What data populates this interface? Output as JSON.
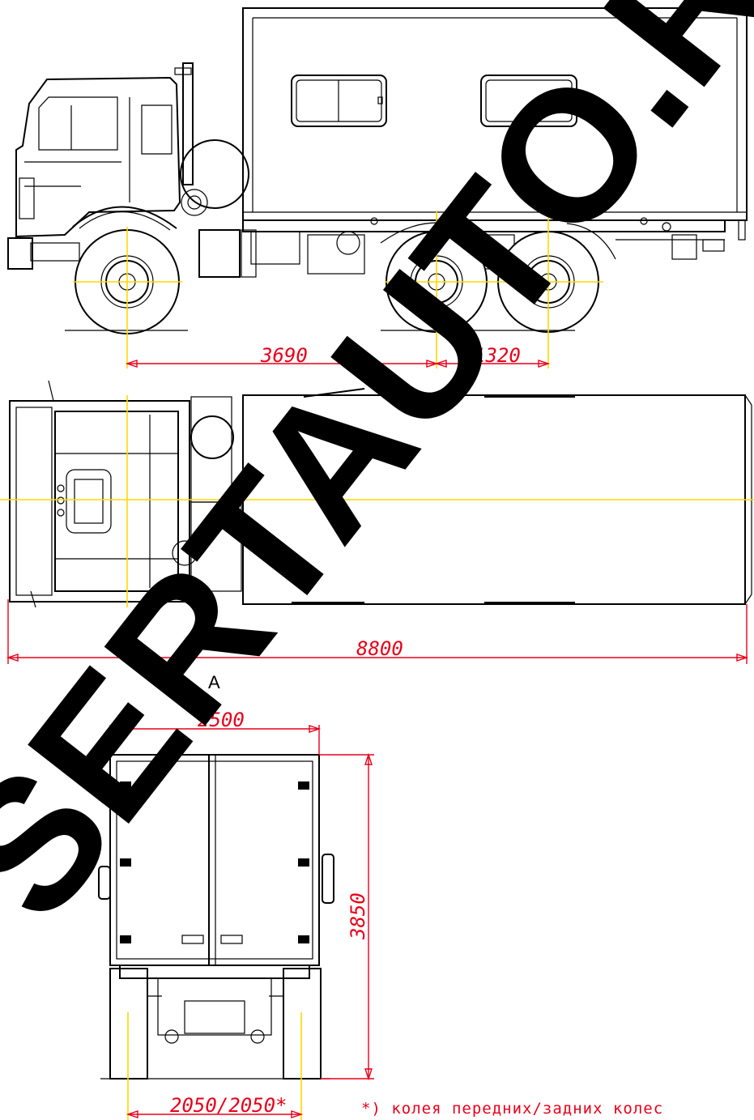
{
  "view_label": "A",
  "dimensions": {
    "wheelbase": "3690",
    "rear_bogie": "1320",
    "overall_length": "8800",
    "width": "2500",
    "height": "3850",
    "track": "2050/2050*"
  },
  "footnote": "*) колея передних/задних колес",
  "watermark": "SERTAUTO.RU",
  "colors": {
    "dimension": "#e8001a",
    "centerline": "#ffd800",
    "outline": "#000000"
  }
}
